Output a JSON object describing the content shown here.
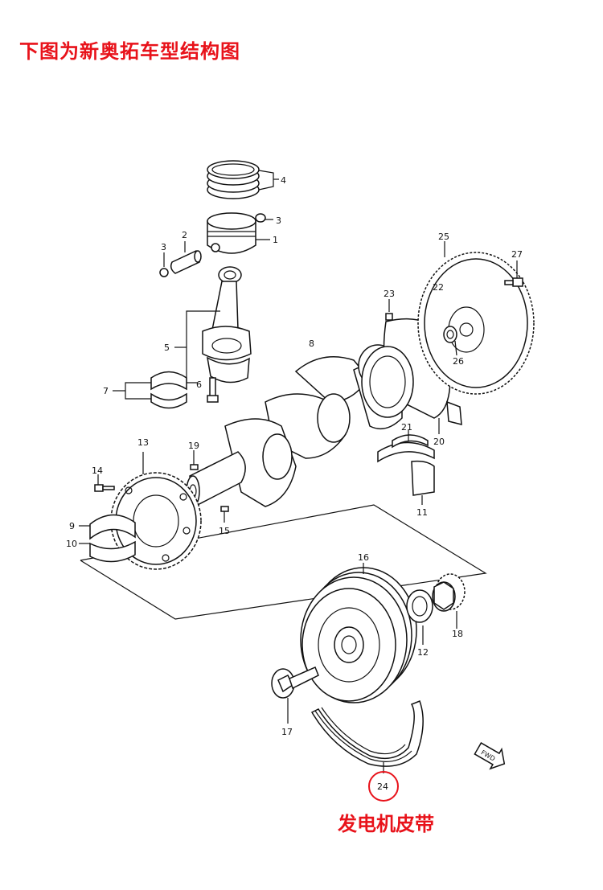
{
  "title": "下图为新奥拓车型结构图",
  "caption": "发电机皮带",
  "highlight_color": "#e8121a",
  "fwd_label": "FWD",
  "part_labels": {
    "p1": "1",
    "p2": "2",
    "p3a": "3",
    "p3b": "3",
    "p4": "4",
    "p5": "5",
    "p6": "6",
    "p7": "7",
    "p8": "8",
    "p9": "9",
    "p10": "10",
    "p11": "11",
    "p12": "12",
    "p13": "13",
    "p14": "14",
    "p15": "15",
    "p16": "16",
    "p17": "17",
    "p18": "18",
    "p19": "19",
    "p20": "20",
    "p21": "21",
    "p22": "22",
    "p23": "23",
    "p24": "24",
    "p25": "25",
    "p26": "26",
    "p27": "27"
  }
}
